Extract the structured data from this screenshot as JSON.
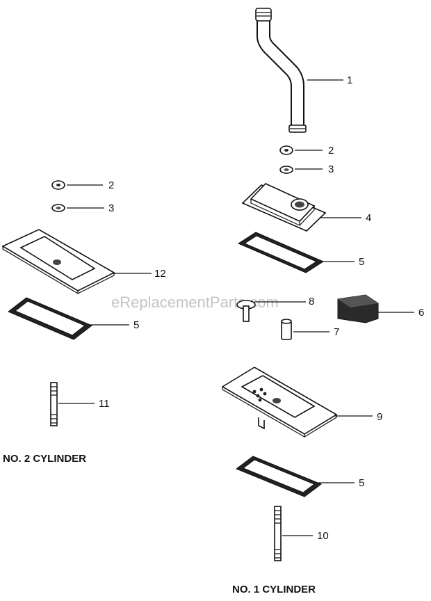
{
  "watermark": "eReplacementParts.com",
  "groups": {
    "no1": "NO. 1 CYLINDER",
    "no2": "NO. 2 CYLINDER"
  },
  "callouts": {
    "breather_tube": "1",
    "nut_right": "2",
    "washer_right": "3",
    "breather_cover": "4",
    "gasket_right_upper": "5",
    "element": "6",
    "spacer": "7",
    "screw": "8",
    "reed_plate": "9",
    "gasket_right_lower": "5",
    "stud_right": "10",
    "nut_left": "2",
    "washer_left": "3",
    "cover_plate_left": "12",
    "gasket_left": "5",
    "stud_left": "11"
  }
}
